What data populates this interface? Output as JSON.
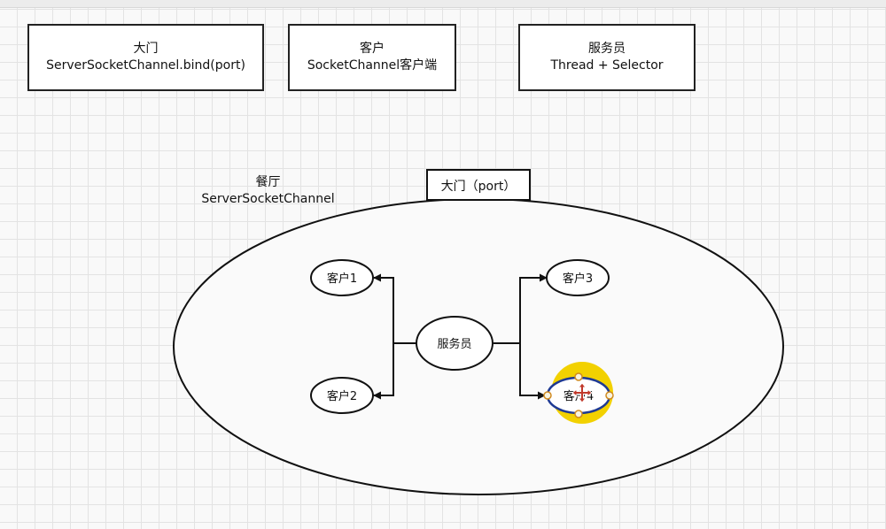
{
  "legend": {
    "door": {
      "title": "大门",
      "sub": "ServerSocketChannel.bind(port)"
    },
    "client": {
      "title": "客户",
      "sub": "SocketChannel客户端"
    },
    "waiter": {
      "title": "服务员",
      "sub": "Thread + Selector"
    }
  },
  "restaurant": {
    "title": "餐厅",
    "sub": "ServerSocketChannel"
  },
  "door_box": "大门（port）",
  "nodes": {
    "waiter": "服务员",
    "client1": "客户1",
    "client2": "客户2",
    "client3": "客户3",
    "client4": "客户4"
  },
  "colors": {
    "highlight": "#f2d100",
    "selection": "#1f3a93",
    "handle": "#f0a030"
  }
}
